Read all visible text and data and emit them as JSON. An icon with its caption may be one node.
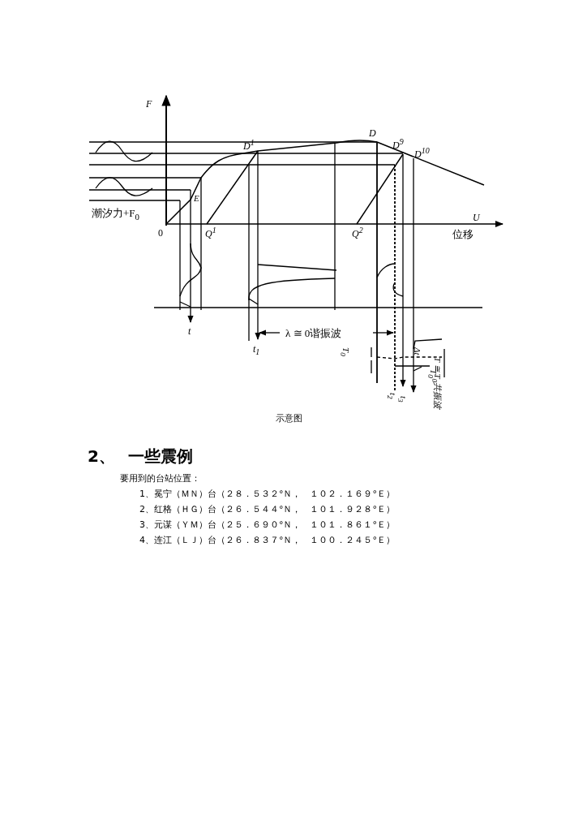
{
  "diagram": {
    "caption": "示意图",
    "labels": [
      "F",
      "D",
      "D$^{1}$",
      "D$^{9}$",
      "D$^{10}$",
      "E",
      "潮汐力+F$_{0}$",
      "0",
      "Q$^{1}$",
      "Q$^{2}$",
      "U",
      "位移",
      "t",
      "t$_{1}$",
      "λ ≅ 0谐振波",
      "T$_{0}$",
      "Δt",
      "T$_{0}$",
      "T ≅ T$_{0}$共振波",
      "t$_{2}$",
      "t$_{3}$",
      "2、",
      "一些震例",
      "要用到的台站位置：",
      "1、冕宁（ＭＮ）台（２８．５３２°Ｎ，　１０２．１６９°Ｅ）",
      "2、红格（ＨＧ）台（２６．５４４°Ｎ，　１０１．９２８°Ｅ）",
      "3、元谋（ＹＭ）台（２５．６９０°Ｎ，　１０１．８６１°Ｅ）",
      "4、连江（ＬＪ）台（２６．８３７°Ｎ，　１００．２４５°Ｅ）"
    ]
  }
}
